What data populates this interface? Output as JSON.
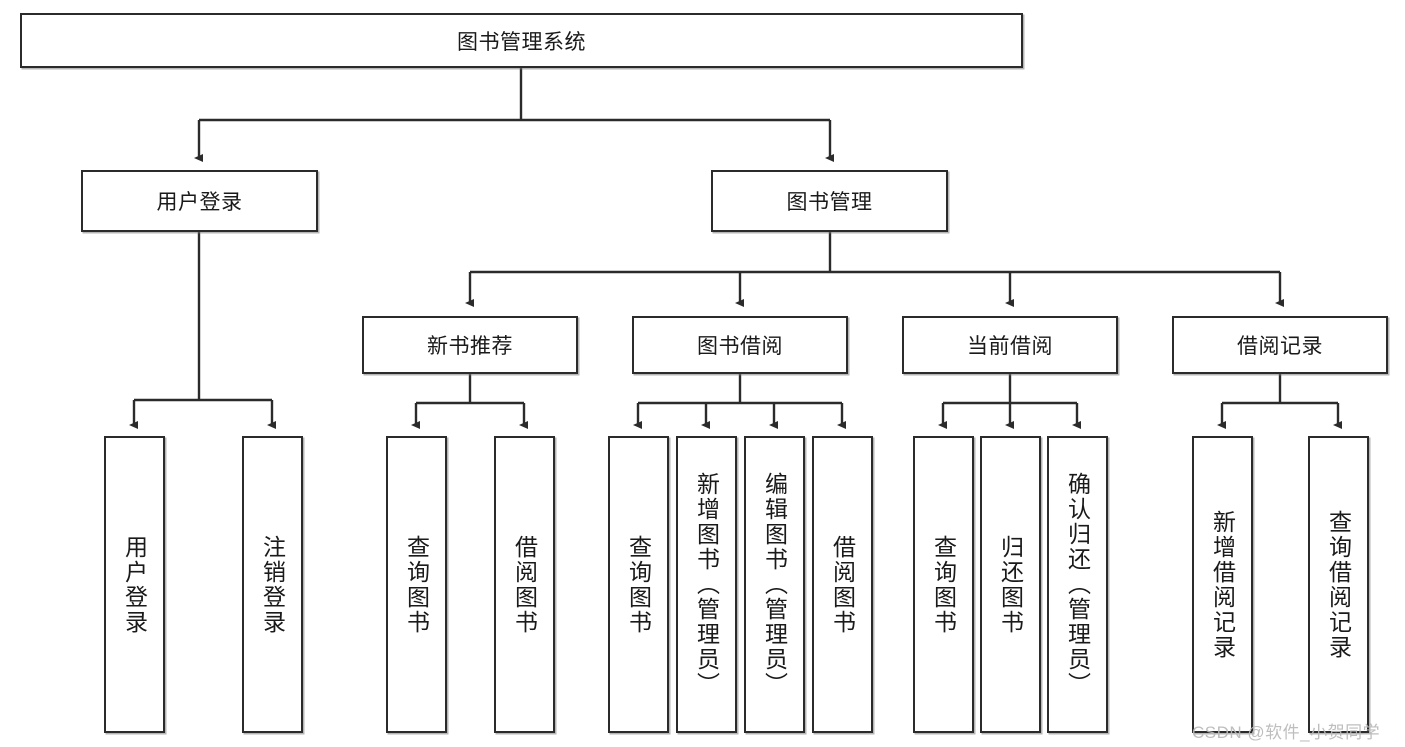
{
  "diagram": {
    "title_node": {
      "label": "图书管理系统"
    },
    "level2": [
      {
        "label": "用户登录"
      },
      {
        "label": "图书管理"
      }
    ],
    "level3": [
      {
        "label": "新书推荐"
      },
      {
        "label": "图书借阅"
      },
      {
        "label": "当前借阅"
      },
      {
        "label": "借阅记录"
      }
    ],
    "leaves": {
      "user_login_children": [
        {
          "label": "用户登录"
        },
        {
          "label": "注销登录"
        }
      ],
      "new_book_children": [
        {
          "label": "查询图书"
        },
        {
          "label": "借阅图书"
        }
      ],
      "book_borrow_children": [
        {
          "label": "查询图书"
        },
        {
          "label": "新增图书（管理员）"
        },
        {
          "label": "编辑图书（管理员）"
        },
        {
          "label": "借阅图书"
        }
      ],
      "current_borrow_children": [
        {
          "label": "查询图书"
        },
        {
          "label": "归还图书"
        },
        {
          "label": "确认归还（管理员）"
        }
      ],
      "borrow_record_children": [
        {
          "label": "新增借阅记录"
        },
        {
          "label": "查询借阅记录"
        }
      ]
    }
  },
  "watermark": {
    "text": "CSDN @软件_小贺同学"
  },
  "colors": {
    "stroke": "#2b2b2b",
    "box_fill": "#ffffff",
    "text": "#1a1a1a",
    "watermark": "#b9b9b9"
  }
}
